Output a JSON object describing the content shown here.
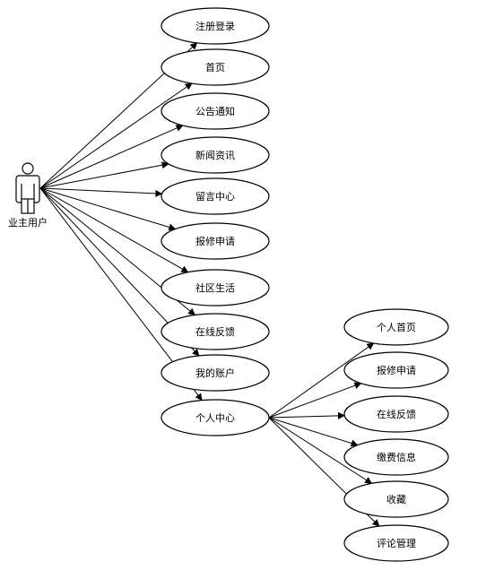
{
  "actor": {
    "label": "业主用户",
    "icon": "user-actor-icon"
  },
  "use_cases": [
    {
      "label": "注册登录"
    },
    {
      "label": "首页"
    },
    {
      "label": "公告通知"
    },
    {
      "label": "新闻资讯"
    },
    {
      "label": "留言中心"
    },
    {
      "label": "报修申请"
    },
    {
      "label": "社区生活"
    },
    {
      "label": "在线反馈"
    },
    {
      "label": "我的账户"
    },
    {
      "label": "个人中心"
    }
  ],
  "sub_use_cases": [
    {
      "label": "个人首页"
    },
    {
      "label": "报修申请"
    },
    {
      "label": "在线反馈"
    },
    {
      "label": "缴费信息"
    },
    {
      "label": "收藏"
    },
    {
      "label": "评论管理"
    }
  ],
  "colors": {
    "stroke": "#000000",
    "fill": "#ffffff"
  }
}
